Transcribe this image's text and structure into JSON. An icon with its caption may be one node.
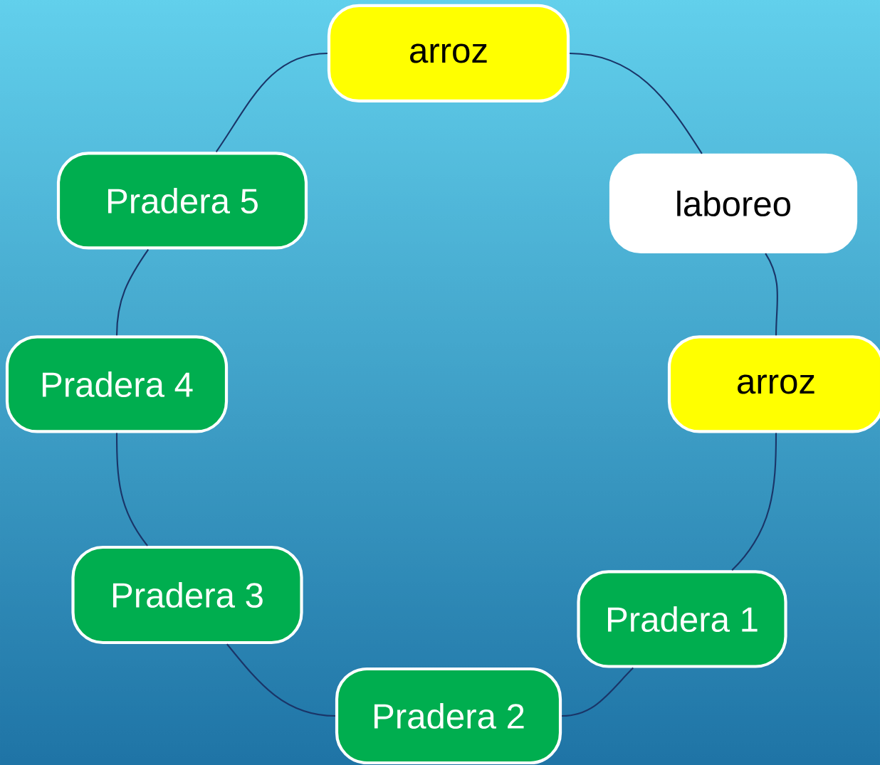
{
  "diagram": {
    "nodes": [
      {
        "text": [
          "arroz"
        ]
      },
      {
        "text": [
          "laboreo"
        ]
      },
      {
        "text": [
          "arroz"
        ]
      },
      {
        "text": [
          "Pradera 1"
        ]
      },
      {
        "text": [
          "Pradera 2"
        ]
      },
      {
        "text": [
          "Pradera 3"
        ]
      },
      {
        "text": [
          "Pradera 4"
        ]
      },
      {
        "text": [
          "Pradera 5"
        ]
      }
    ],
    "edges": [
      {
        "from": 0,
        "to": 1,
        "arrow": "none"
      },
      {
        "from": 1,
        "to": 2,
        "arrow": "none"
      },
      {
        "from": 2,
        "to": 3,
        "arrow": "none"
      },
      {
        "from": 3,
        "to": 4,
        "arrow": "none"
      },
      {
        "from": 4,
        "to": 5,
        "arrow": "none"
      },
      {
        "from": 5,
        "to": 6,
        "arrow": "none"
      },
      {
        "from": 6,
        "to": 7,
        "arrow": "none"
      },
      {
        "from": 7,
        "to": 0,
        "arrow": "none"
      }
    ]
  }
}
